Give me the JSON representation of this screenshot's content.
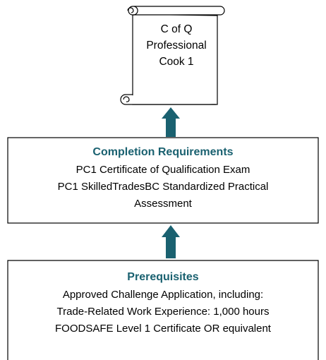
{
  "diagram": {
    "certificate": {
      "lines": [
        "C of Q",
        "Professional",
        "Cook 1"
      ]
    },
    "completion": {
      "title": "Completion Requirements",
      "lines": [
        "PC1 Certificate of Qualification Exam",
        "PC1 SkilledTradesBC Standardized Practical",
        "Assessment"
      ]
    },
    "prerequisites": {
      "title": "Prerequisites",
      "lines": [
        "Approved Challenge Application, including:",
        "Trade-Related Work Experience: 1,000 hours",
        "FOODSAFE Level 1 Certificate OR equivalent"
      ]
    },
    "colors": {
      "accent": "#1a6170",
      "border": "#000000"
    }
  }
}
